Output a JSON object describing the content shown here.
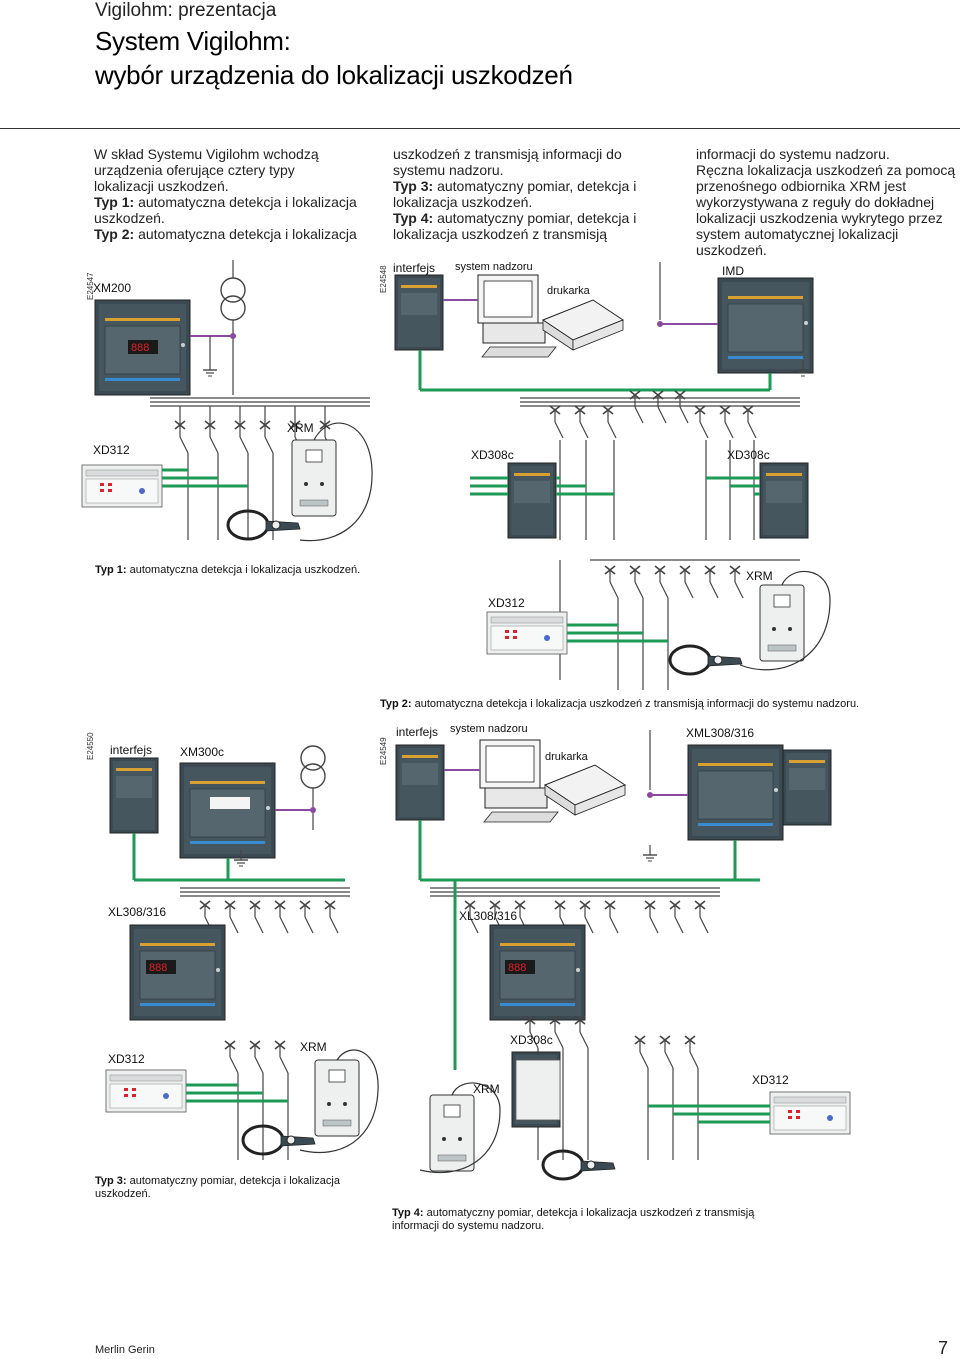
{
  "header": {
    "subtitle": "Vigilohm: prezentacja",
    "title_line1": "System Vigilohm:",
    "title_line2": "wybór urządzenia do lokalizacji uszkodzeń"
  },
  "columns": {
    "col1": {
      "line1": "W skład Systemu Vigilohm wchodzą",
      "line2": "urządzenia oferujące cztery typy",
      "line3": "lokalizacji uszkodzeń.",
      "typ1_label": "Typ 1:",
      "typ1_text": " automatyczna detekcja i lokalizacja",
      "typ1_text2": "uszkodzeń.",
      "typ2_label": "Typ 2:",
      "typ2_text": " automatyczna detekcja i lokalizacja"
    },
    "col2": {
      "line1": "uszkodzeń z transmisją informacji do",
      "line2": "systemu nadzoru.",
      "typ3_label": "Typ 3:",
      "typ3_text": " automatyczny pomiar, detekcja i",
      "typ3_text2": "lokalizacja uszkodzeń.",
      "typ4_label": "Typ 4:",
      "typ4_text": " automatyczny pomiar, detekcja i",
      "typ4_text2": "lokalizacja uszkodzeń z transmisją"
    },
    "col3": {
      "line1": "informacji do systemu nadzoru.",
      "line2": "Ręczna lokalizacja uszkodzeń za pomocą",
      "line3": "przenośnego odbiornika XRM jest",
      "line4": "wykorzystywana z reguły do dokładnej",
      "line5": "lokalizacji uszkodzenia wykrytego przez",
      "line6": "system automatycznej lokalizacji",
      "line7": "uszkodzeń."
    }
  },
  "figure_codes": {
    "c1": "E24547",
    "c2": "E24548",
    "c3": "E24550",
    "c4": "E24549"
  },
  "labels": {
    "xm200": "XM200",
    "interfejs": "interfejs",
    "system_nadzoru": "system nadzoru",
    "drukarka": "drukarka",
    "imd": "IMD",
    "xrm": "XRM",
    "xd312": "XD312",
    "xd308c": "XD308c",
    "xm300c": "XM300c",
    "xml308": "XML308/316",
    "xl308": "XL308/316"
  },
  "captions": {
    "typ1_label": "Typ 1:",
    "typ1_text": " automatyczna detekcja i lokalizacja  uszkodzeń.",
    "typ2_label": "Typ 2:",
    "typ2_text": " automatyczna detekcja i lokalizacja  uszkodzeń z transmisją informacji do systemu nadzoru.",
    "typ3_label": "Typ 3:",
    "typ3_text": " automatyczny pomiar, detekcja i lokalizacja",
    "typ3_text2": "uszkodzeń.",
    "typ4_label": "Typ 4:",
    "typ4_text": " automatyczny pomiar, detekcja i lokalizacja uszkodzeń z transmisją",
    "typ4_text2": "informacji do systemu nadzoru."
  },
  "display_readout": "888",
  "footer": {
    "brand": "Merlin Gerin",
    "page_number": "7"
  },
  "colors": {
    "wire_green": "#1d9a55",
    "link_purple": "#8a4aa0",
    "device_dark": "#3b4a52",
    "device_light": "#eef0f0",
    "display_red": "#e0202a"
  }
}
